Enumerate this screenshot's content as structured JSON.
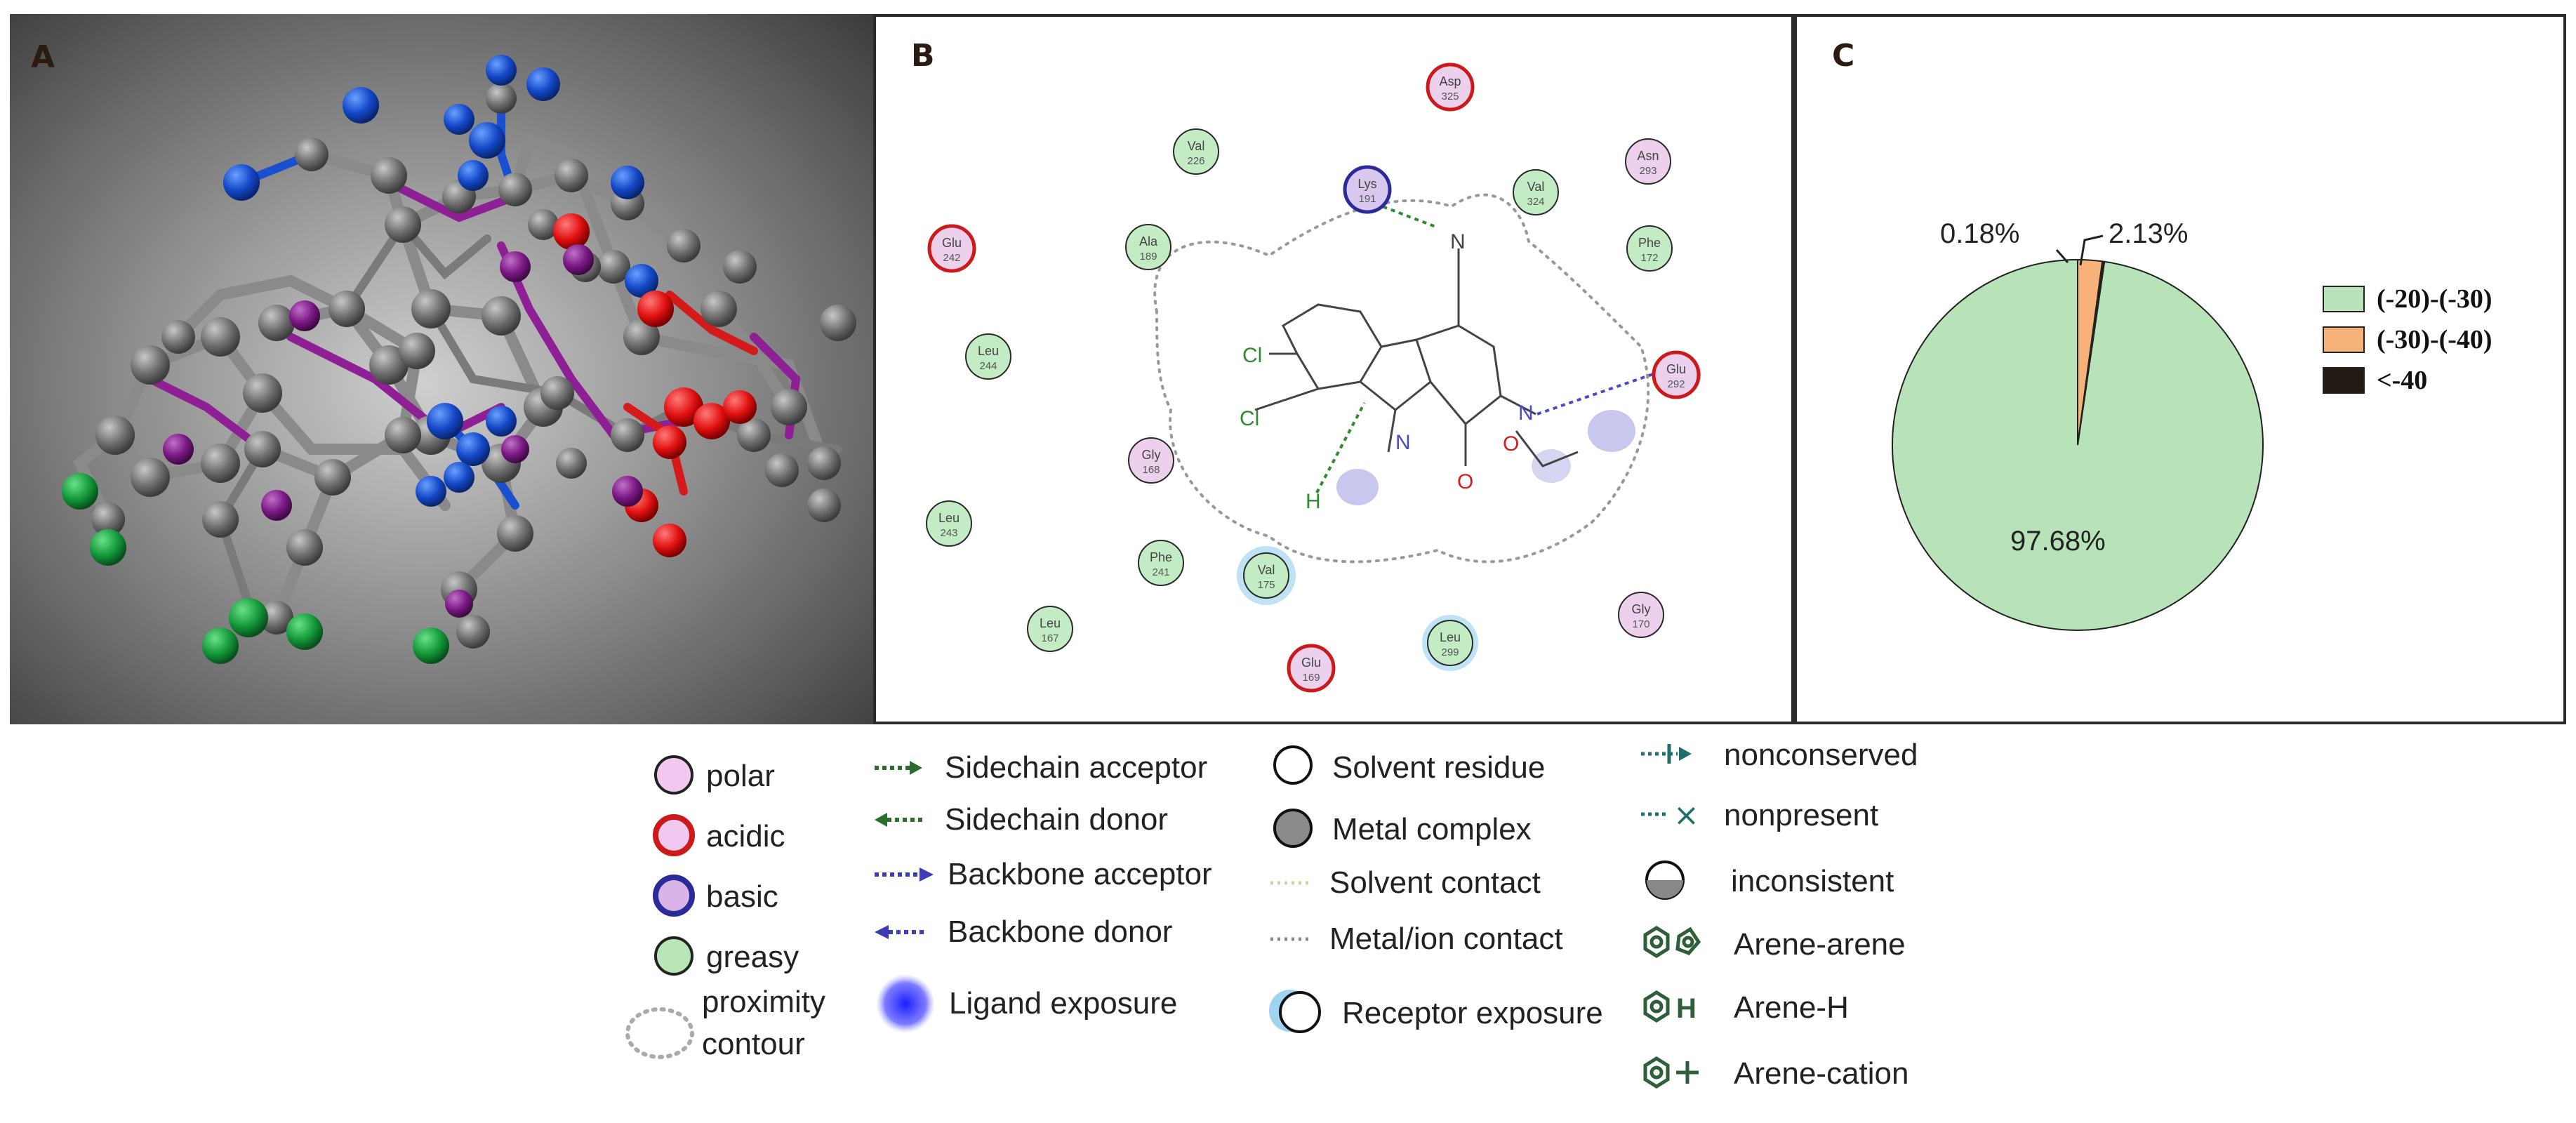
{
  "panels": {
    "a_label": "A",
    "b_label": "B",
    "c_label": "C"
  },
  "panel_b": {
    "residues": [
      {
        "id": "asp325",
        "name": "Asp",
        "num": "325",
        "type": "acidic"
      },
      {
        "id": "val226",
        "name": "Val",
        "num": "226",
        "type": "greasy"
      },
      {
        "id": "lys191",
        "name": "Lys",
        "num": "191",
        "type": "basic"
      },
      {
        "id": "val324",
        "name": "Val",
        "num": "324",
        "type": "greasy"
      },
      {
        "id": "asn293",
        "name": "Asn",
        "num": "293",
        "type": "polar"
      },
      {
        "id": "glu242",
        "name": "Glu",
        "num": "242",
        "type": "acidic"
      },
      {
        "id": "ala189",
        "name": "Ala",
        "num": "189",
        "type": "greasy"
      },
      {
        "id": "phe172",
        "name": "Phe",
        "num": "172",
        "type": "greasy"
      },
      {
        "id": "leu244",
        "name": "Leu",
        "num": "244",
        "type": "greasy"
      },
      {
        "id": "glu292",
        "name": "Glu",
        "num": "292",
        "type": "acidic"
      },
      {
        "id": "gly168",
        "name": "Gly",
        "num": "168",
        "type": "polar"
      },
      {
        "id": "leu243",
        "name": "Leu",
        "num": "243",
        "type": "greasy"
      },
      {
        "id": "phe241",
        "name": "Phe",
        "num": "241",
        "type": "greasy"
      },
      {
        "id": "val175",
        "name": "Val",
        "num": "175",
        "type": "greasy"
      },
      {
        "id": "leu167",
        "name": "Leu",
        "num": "167",
        "type": "greasy"
      },
      {
        "id": "glu169",
        "name": "Glu",
        "num": "169",
        "type": "acidic"
      },
      {
        "id": "leu299",
        "name": "Leu",
        "num": "299",
        "type": "greasy"
      },
      {
        "id": "gly170",
        "name": "Gly",
        "num": "170",
        "type": "polar"
      }
    ],
    "atoms": {
      "cl1": "Cl",
      "cl2": "Cl",
      "n_nitrile": "N",
      "n_ring": "N",
      "n_indole": "N",
      "o_ester": "O",
      "o_carbonyl": "O",
      "h": "H"
    }
  },
  "chart_data": {
    "type": "pie",
    "values": [
      97.68,
      2.13,
      0.18
    ],
    "labels": [
      "97.68%",
      "2.13%",
      "0.18%"
    ],
    "legend": [
      "(-20)-(-30)",
      "(-30)-(-40)",
      "<-40"
    ],
    "colors": [
      "#b8e2b8",
      "#f7b27a",
      "#231a14"
    ]
  },
  "legend": {
    "col1": [
      "polar",
      "acidic",
      "basic",
      "greasy",
      "proximity",
      "contour"
    ],
    "col2": [
      "Sidechain acceptor",
      "Sidechain donor",
      "Backbone acceptor",
      "Backbone donor",
      "Ligand exposure"
    ],
    "col3": [
      "Solvent residue",
      "Metal complex",
      "Solvent contact",
      "Metal/ion contact",
      "Receptor exposure"
    ],
    "col4": [
      "nonconserved",
      "nonpresent",
      "inconsistent",
      "Arene-arene",
      "Arene-H",
      "Arene-cation"
    ]
  }
}
